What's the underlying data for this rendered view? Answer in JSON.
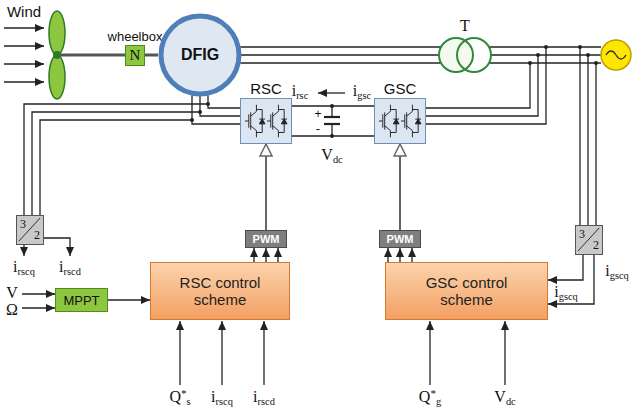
{
  "diagram": {
    "nodes": [
      {
        "text": [
          "wheelbox",
          "N"
        ]
      },
      {
        "text": [
          "DFIG"
        ]
      },
      {
        "text": [
          "T"
        ]
      },
      {
        "text": [
          "RSC"
        ]
      },
      {
        "text": [
          "GSC"
        ]
      },
      {
        "text": [
          "PWM"
        ]
      },
      {
        "text": [
          "PWM"
        ]
      },
      {
        "text": [
          "3",
          "2"
        ]
      },
      {
        "text": [
          "3",
          "2"
        ]
      },
      {
        "text": [
          "MPPT"
        ]
      },
      {
        "text": [
          "RSC control scheme"
        ]
      },
      {
        "text": [
          "GSC control scheme"
        ]
      }
    ],
    "edges": [
      {
        "from": 0,
        "to": 1,
        "arrow": "none"
      },
      {
        "from": 1,
        "to": 2,
        "arrow": "none"
      },
      {
        "from": 1,
        "to": 3,
        "arrow": "none"
      },
      {
        "from": 3,
        "to": 4,
        "arrow": "none"
      },
      {
        "from": 9,
        "to": 10,
        "arrow": "to"
      },
      {
        "from": 10,
        "to": 5,
        "arrow": "to"
      },
      {
        "from": 5,
        "to": 3,
        "arrow": "to"
      },
      {
        "from": 11,
        "to": 6,
        "arrow": "to"
      },
      {
        "from": 6,
        "to": 4,
        "arrow": "to"
      },
      {
        "from": 8,
        "to": 11,
        "arrow": "to"
      },
      {
        "from": 8,
        "to": 11,
        "arrow": "to"
      }
    ],
    "labels": [
      "Wind",
      "irsc",
      "igsc",
      "+",
      "-",
      "Vdc",
      "irscq",
      "irscd",
      "igscq",
      "igscq",
      "V",
      "Ω",
      "Q*s",
      "irscq",
      "irscd",
      "Q*g",
      "Vdc"
    ]
  }
}
